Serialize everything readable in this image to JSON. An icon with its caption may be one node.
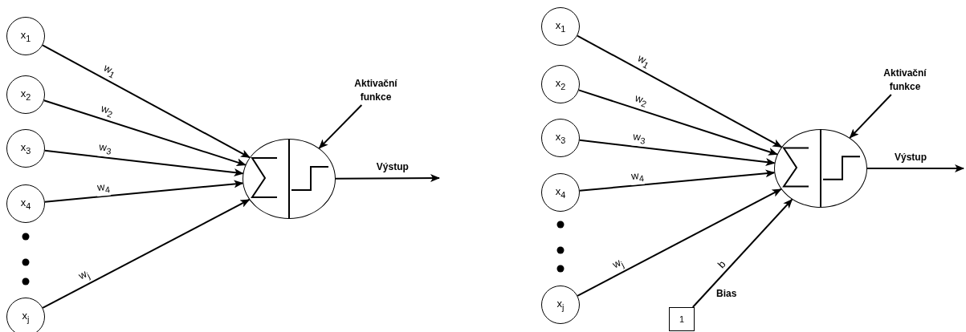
{
  "diagram": {
    "nodes": [
      {
        "text": [
          "x$_{1}$"
        ]
      },
      {
        "text": [
          "x$_{2}$"
        ]
      },
      {
        "text": [
          "x$_{3}$"
        ]
      },
      {
        "text": [
          "x$_{4}$"
        ]
      },
      {
        "text": [
          "x$_{j}$"
        ]
      },
      {
        "text": [],
        "shape": "circle"
      },
      {
        "text": [
          "Aktivační funkce"
        ]
      },
      {
        "text": [
          "x$_{1}$"
        ]
      },
      {
        "text": [
          "x$_{2}$"
        ]
      },
      {
        "text": [
          "x$_{3}$"
        ]
      },
      {
        "text": [
          "x$_{4}$"
        ]
      },
      {
        "text": [
          "x$_{j}$"
        ]
      },
      {
        "text": [],
        "shape": "circle"
      },
      {
        "text": [
          "Aktivační funkce"
        ]
      },
      {
        "text": [
          "1"
        ],
        "beside": [
          "Bias"
        ]
      }
    ],
    "edges": [
      {
        "from": 0,
        "to": 5,
        "arrow": "to",
        "label": "w$_{1}$"
      },
      {
        "from": 1,
        "to": 5,
        "arrow": "to",
        "label": "w$_{2}$"
      },
      {
        "from": 2,
        "to": 5,
        "arrow": "to",
        "label": "w$_{3}$"
      },
      {
        "from": 3,
        "to": 5,
        "arrow": "to",
        "label": "w$_{4}$"
      },
      {
        "from": 4,
        "to": 5,
        "arrow": "to",
        "label": "w$_{j}$"
      },
      {
        "from": 6,
        "to": 5,
        "arrow": "to"
      },
      {
        "from": 5,
        "to": null,
        "arrow": "to",
        "label": "Výstup"
      },
      {
        "from": 7,
        "to": 12,
        "arrow": "to",
        "label": "w$_{1}$"
      },
      {
        "from": 8,
        "to": 12,
        "arrow": "to",
        "label": "w$_{2}$"
      },
      {
        "from": 9,
        "to": 12,
        "arrow": "to",
        "label": "w$_{3}$"
      },
      {
        "from": 10,
        "to": 12,
        "arrow": "to",
        "label": "w$_{4}$"
      },
      {
        "from": 11,
        "to": 12,
        "arrow": "to",
        "label": "w$_{j}$"
      },
      {
        "from": 13,
        "to": 12,
        "arrow": "to"
      },
      {
        "from": 12,
        "to": null,
        "arrow": "to",
        "label": "Výstup"
      },
      {
        "from": 14,
        "to": 12,
        "arrow": "to",
        "label": "b"
      }
    ]
  }
}
